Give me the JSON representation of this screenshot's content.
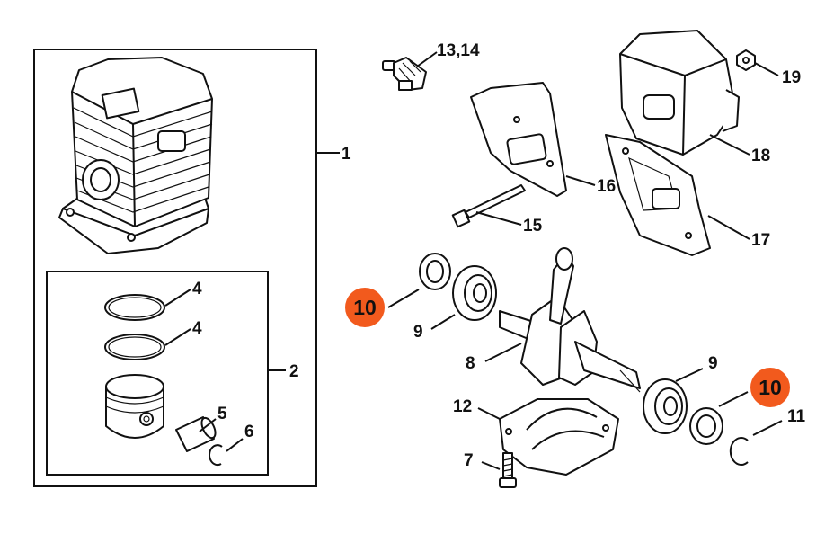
{
  "diagram": {
    "accent_color": "#f25a1d",
    "labels": {
      "cylinder_assembly": "1",
      "piston_assembly": "2",
      "piston_ring_a": "4",
      "piston_ring_b": "4",
      "piston_pin": "5",
      "snap_ring_small": "6",
      "screw": "7",
      "crankshaft": "8",
      "ball_bearing_left": "9",
      "ball_bearing_right": "9",
      "oil_seal_left": "10",
      "oil_seal_right": "10",
      "circlip": "11",
      "crankcase": "12",
      "spark_plug": "13,14",
      "stud_bolt": "15",
      "gasket": "16",
      "baffle_plate": "17",
      "muffler": "18",
      "nut": "19"
    }
  }
}
